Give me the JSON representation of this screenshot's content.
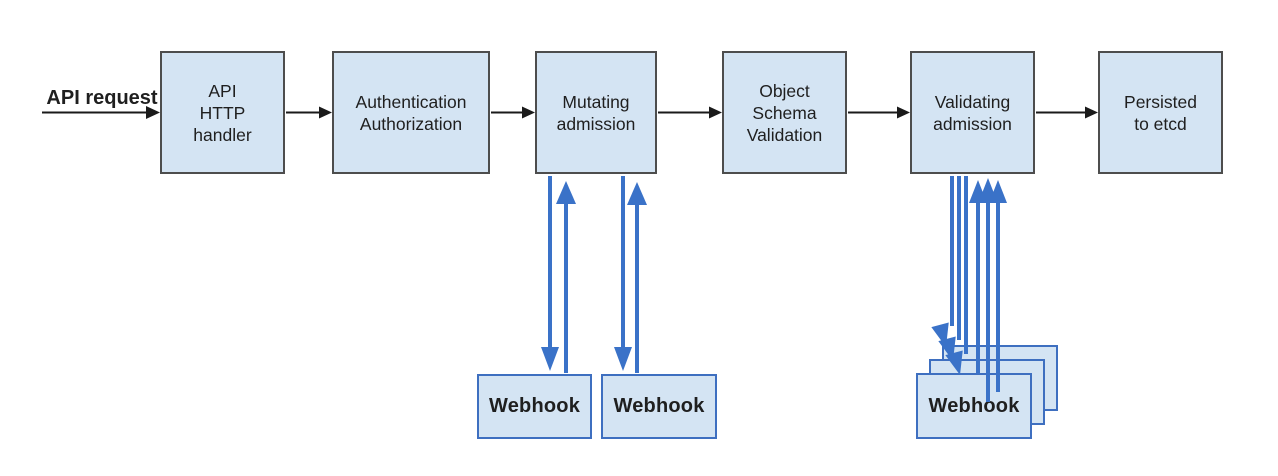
{
  "diagram": {
    "flow_label": "API request",
    "nodes": [
      {
        "id": "api-http-handler",
        "label": "API\nHTTP\nhandler"
      },
      {
        "id": "authentication-authorization",
        "label": "Authentication\nAuthorization"
      },
      {
        "id": "mutating-admission",
        "label": "Mutating\nadmission"
      },
      {
        "id": "object-schema-validation",
        "label": "Object\nSchema\nValidation"
      },
      {
        "id": "validating-admission",
        "label": "Validating\nadmission"
      },
      {
        "id": "persisted-to-etcd",
        "label": "Persisted\nto etcd"
      }
    ],
    "webhooks": [
      {
        "id": "mutating-webhook-1",
        "label": "Webhook"
      },
      {
        "id": "mutating-webhook-2",
        "label": "Webhook"
      },
      {
        "id": "validating-webhook-front",
        "label": "Webhook"
      }
    ],
    "colors": {
      "node_fill": "#d4e4f3",
      "node_border": "#4d4d4d",
      "webhook_border": "#3e6fc0",
      "arrow_blue": "#3a72c8",
      "arrow_black": "#1a1a1a",
      "text": "#1f1f1f"
    }
  }
}
